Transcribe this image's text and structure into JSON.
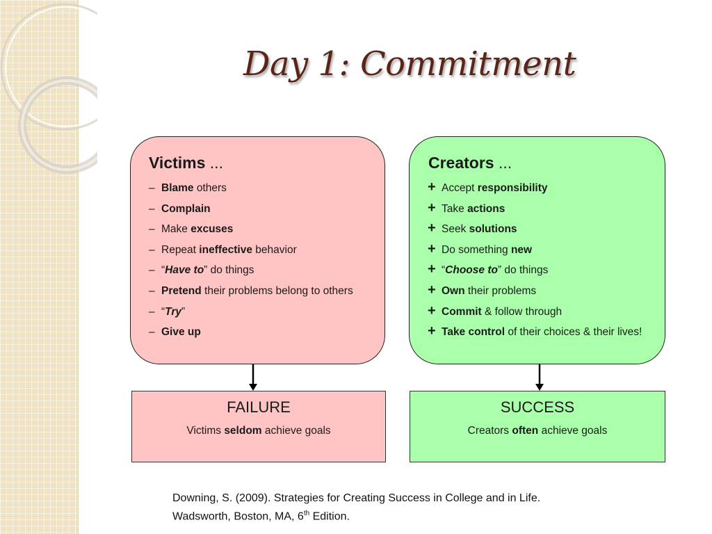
{
  "title": "Day 1: Commitment",
  "colors": {
    "title": "#5a2416",
    "victims_fill": "#ffc4c4",
    "creators_fill": "#aaffaa",
    "side_strip": "#efe3c4"
  },
  "victims": {
    "heading_bold": "Victims",
    "heading_rest": " ...",
    "marker": "–",
    "items": [
      {
        "pre": "",
        "em": "Blame",
        "post": " others"
      },
      {
        "pre": "",
        "em": "Complain",
        "post": ""
      },
      {
        "pre": "Make ",
        "em": "excuses",
        "post": ""
      },
      {
        "pre": "Repeat ",
        "em": "ineffective",
        "post": " behavior"
      },
      {
        "pre": "“",
        "emi": "Have to",
        "post": "” do things"
      },
      {
        "pre": "",
        "em": "Pretend",
        "post": " their problems belong to others"
      },
      {
        "pre": "“",
        "emi": "Try",
        "post": "”"
      },
      {
        "pre": " ",
        "em": "Give up",
        "post": ""
      }
    ]
  },
  "creators": {
    "heading_bold": "Creators",
    "heading_rest": " ...",
    "marker": "+",
    "items": [
      {
        "pre": "Accept ",
        "em": "responsibility",
        "post": ""
      },
      {
        "pre": "Take ",
        "em": "actions",
        "post": ""
      },
      {
        "pre": "Seek ",
        "em": "solutions",
        "post": ""
      },
      {
        "pre": "Do something ",
        "em": "new",
        "post": ""
      },
      {
        "pre": "“",
        "emi": "Choose to",
        "post": "” do things"
      },
      {
        "pre": "",
        "em": "Own",
        "post": " their problems"
      },
      {
        "pre": "",
        "em": "Commit",
        "post": " & follow through"
      },
      {
        "pre": "",
        "em": "Take control",
        "post": " of their choices & their lives!"
      }
    ]
  },
  "failure": {
    "title": "FAILURE",
    "pre": "Victims ",
    "em": "seldom",
    "post": " achieve goals"
  },
  "success": {
    "title": "SUCCESS",
    "pre": "Creators ",
    "em": "often",
    "post": " achieve goals"
  },
  "citation": {
    "line1": "Downing, S. (2009). Strategies for Creating Success in College and in Life.",
    "line2_pre": "Wadsworth, Boston, MA, 6",
    "line2_sup": "th",
    "line2_post": " Edition."
  }
}
